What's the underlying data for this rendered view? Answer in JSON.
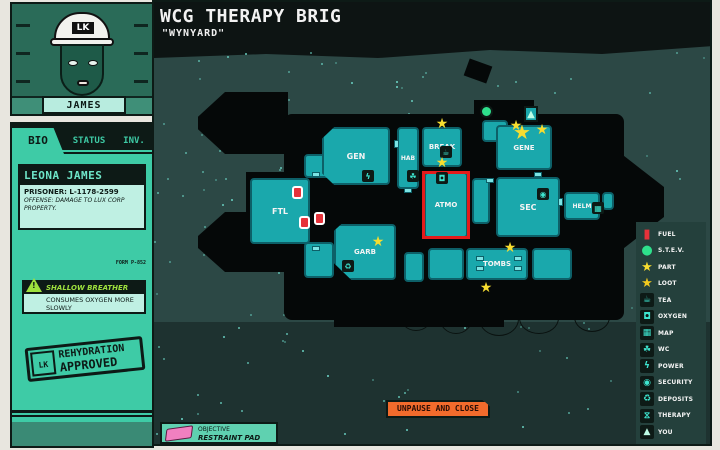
{
  "character": {
    "nickname": "JAMES",
    "cap_logo": "LK",
    "tabs": [
      {
        "label": "BIO",
        "active": true
      },
      {
        "label": "STATUS",
        "active": false
      },
      {
        "label": "INV.",
        "active": false
      }
    ],
    "full_name": "LEONA JAMES",
    "prisoner": "PRISONER: L-1178-2599",
    "offense": "OFFENSE: DAMAGE TO LUX CORP PROPERTY.",
    "form_code": "FORM P-852",
    "trait": {
      "icon": "warning-icon",
      "name": "SHALLOW BREATHER",
      "description": "CONSUMES OXYGEN MORE SLOWLY"
    },
    "stamp": {
      "icon_text": "LK",
      "line1": "REHYDRATION",
      "line2": "APPROVED"
    }
  },
  "map": {
    "title": "WCG THERAPY BRIG",
    "subtitle": "\"WYNYARD\"",
    "selected_room": "ATMO",
    "rooms": [
      {
        "id": "ftl",
        "label": "FTL"
      },
      {
        "id": "gen",
        "label": "GEN"
      },
      {
        "id": "hab",
        "label": "HAB"
      },
      {
        "id": "break",
        "label": "BREAK"
      },
      {
        "id": "gene",
        "label": "GENE"
      },
      {
        "id": "atmo",
        "label": "ATMO"
      },
      {
        "id": "sec",
        "label": "SEC"
      },
      {
        "id": "helm",
        "label": "HELM"
      },
      {
        "id": "garb",
        "label": "GARB"
      },
      {
        "id": "tombs",
        "label": "TOMBS"
      }
    ],
    "accent_select": "#e41b1b",
    "room_color": "#1aa8ac"
  },
  "legend": {
    "items": [
      {
        "label": "FUEL",
        "icon": "fuel-icon",
        "glyph": "▮",
        "color": "#e6323a"
      },
      {
        "label": "S.T.E.V.",
        "icon": "stev-icon",
        "glyph": "●",
        "color": "#2ee08c"
      },
      {
        "label": "PART",
        "icon": "part-icon",
        "glyph": "★",
        "color": "#f7dd30"
      },
      {
        "label": "LOOT",
        "icon": "loot-icon",
        "glyph": "★",
        "color": "#f2c91e"
      },
      {
        "label": "TEA",
        "icon": "tea-icon",
        "glyph": "☕",
        "color": "#3ee6d0"
      },
      {
        "label": "OXYGEN",
        "icon": "oxygen-icon",
        "glyph": "◘",
        "color": "#3ee6d0"
      },
      {
        "label": "MAP",
        "icon": "map-icon",
        "glyph": "▦",
        "color": "#3ee6d0"
      },
      {
        "label": "WC",
        "icon": "wc-icon",
        "glyph": "☘",
        "color": "#3ee6d0"
      },
      {
        "label": "POWER",
        "icon": "power-icon",
        "glyph": "ϟ",
        "color": "#3ee6d0"
      },
      {
        "label": "SECURITY",
        "icon": "security-icon",
        "glyph": "◉",
        "color": "#3ee6d0"
      },
      {
        "label": "DEPOSITS",
        "icon": "deposits-icon",
        "glyph": "♻",
        "color": "#3ee6d0"
      },
      {
        "label": "THERAPY",
        "icon": "therapy-icon",
        "glyph": "⧖",
        "color": "#3ee6d0"
      },
      {
        "label": "YOU",
        "icon": "you-icon",
        "glyph": "▲",
        "color": "#bdfde6"
      }
    ]
  },
  "actions": {
    "unpause_label": "UNPAUSE AND CLOSE"
  },
  "objective": {
    "label": "OBJECTIVE",
    "value": "RESTRAINT PAD"
  }
}
